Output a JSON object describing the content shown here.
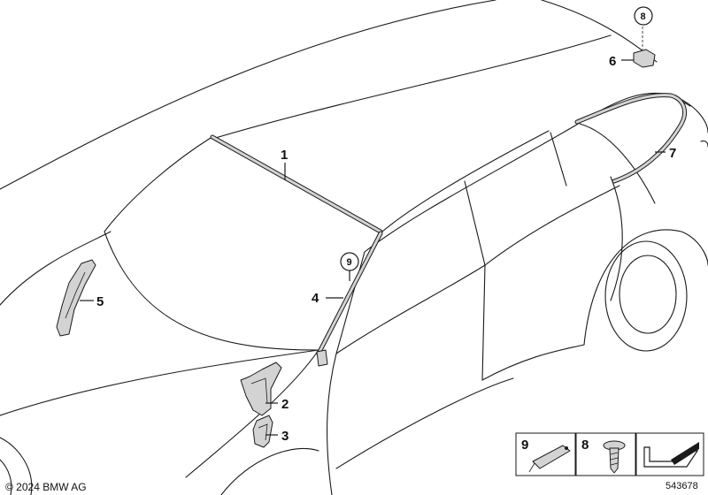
{
  "callouts": {
    "c1": "1",
    "c2": "2",
    "c3": "3",
    "c4": "4",
    "c5": "5",
    "c6": "6",
    "c7": "7",
    "c8": "8",
    "c9": "9"
  },
  "legend": {
    "item9": "9",
    "item8": "8"
  },
  "footer": {
    "copyright": "© 2024 BMW AG",
    "doc_number": "543678"
  },
  "icons": [
    "arrow-marker-icon"
  ],
  "colors": {
    "line": "#1a1a1a",
    "part_fill": "#d3d3d3",
    "background": "#ffffff"
  }
}
